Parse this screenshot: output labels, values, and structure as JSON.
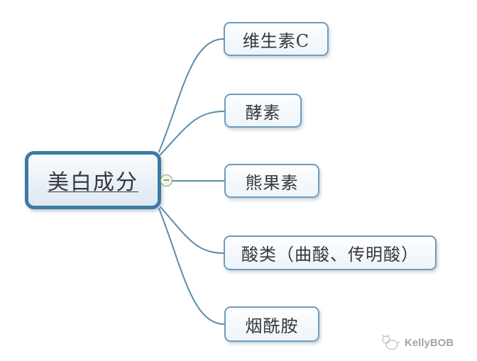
{
  "root": {
    "label": "美白成分"
  },
  "branches": [
    {
      "label": "维生素C"
    },
    {
      "label": "酵素"
    },
    {
      "label": "熊果素"
    },
    {
      "label": "酸类（曲酸、传明酸）"
    },
    {
      "label": "烟酰胺"
    }
  ],
  "collapse_button": {
    "symbol": "−"
  },
  "watermark": {
    "label": "KellyBOB"
  },
  "colors": {
    "root_border": "#3d7aa3",
    "root_fill": "#e7eff7",
    "branch_border": "#6d9cbe",
    "branch_fill": "#f4f8fc",
    "connector": "#5c8cab",
    "collapse_fill": "#f1f7e3",
    "collapse_border": "#8aa356",
    "text": "#37373f",
    "watermark_text": "#a5a5a5"
  }
}
